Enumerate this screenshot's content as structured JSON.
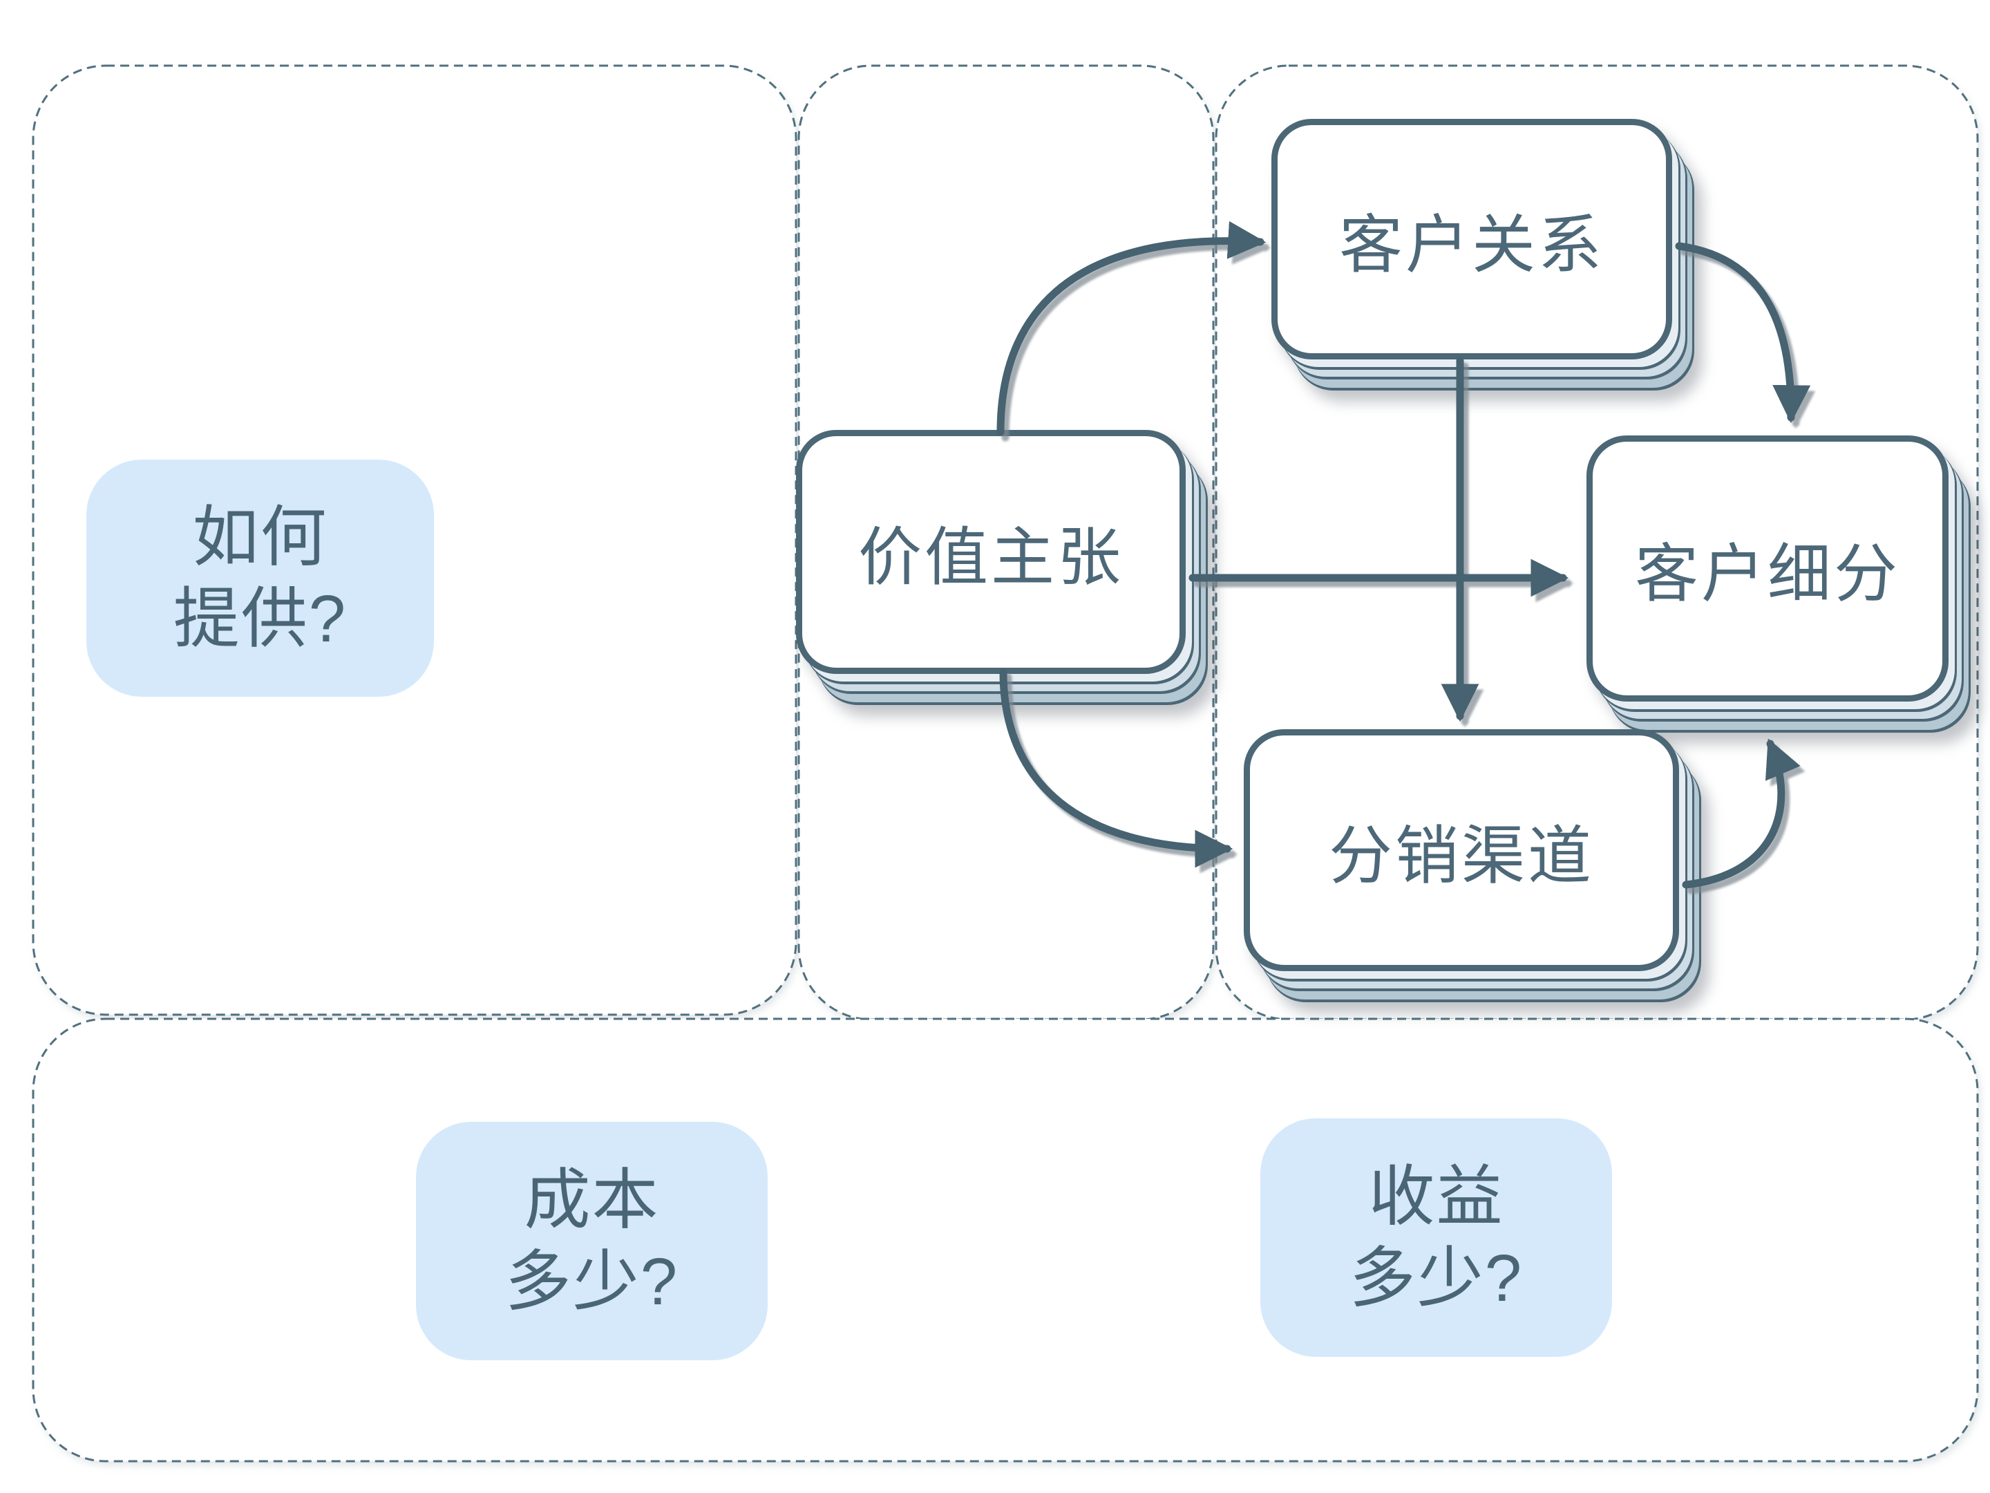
{
  "diagram": {
    "kind": "business-model-canvas-mindmap",
    "language": "zh-CN"
  },
  "labels": {
    "how": {
      "line1": "如何",
      "line2": "提供?"
    },
    "cost": {
      "line1": "成本",
      "line2": "多少?"
    },
    "revenue": {
      "line1": "收益",
      "line2": "多少?"
    }
  },
  "nodes": {
    "value_proposition": {
      "label": "价值主张"
    },
    "customer_relationships": {
      "label": "客户关系"
    },
    "customer_segments": {
      "label": "客户细分"
    },
    "distribution_channels": {
      "label": "分销渠道"
    }
  },
  "colors": {
    "line": "#46626f",
    "card_border": "#4c6775",
    "text": "#4d6878",
    "panel_border": "#51707f",
    "label_bg": "#d5e9fb",
    "stack_fill_light": "#cfdde6",
    "stack_fill_dark": "#b4c8d4"
  }
}
